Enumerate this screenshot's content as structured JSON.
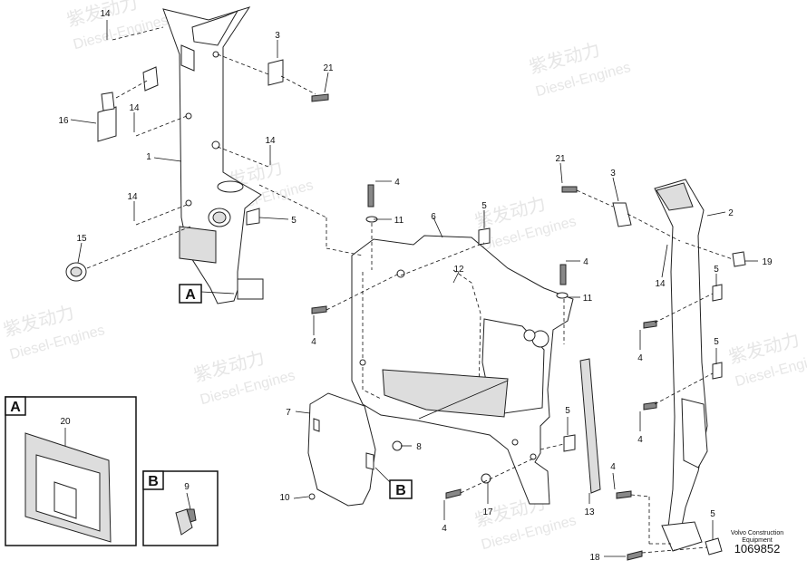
{
  "watermark": {
    "chinese": "紫发动力",
    "english": "Diesel-Engines"
  },
  "callouts": [
    {
      "text": "14"
    },
    {
      "text": "3"
    },
    {
      "text": "21"
    },
    {
      "text": "16"
    },
    {
      "text": "14"
    },
    {
      "text": "1"
    },
    {
      "text": "14"
    },
    {
      "text": "14"
    },
    {
      "text": "5"
    },
    {
      "text": "15"
    },
    {
      "text": "4"
    },
    {
      "text": "11"
    },
    {
      "text": "6"
    },
    {
      "text": "5"
    },
    {
      "text": "12"
    },
    {
      "text": "4"
    },
    {
      "text": "4"
    },
    {
      "text": "11"
    },
    {
      "text": "21"
    },
    {
      "text": "3"
    },
    {
      "text": "2"
    },
    {
      "text": "19"
    },
    {
      "text": "5"
    },
    {
      "text": "14"
    },
    {
      "text": "4"
    },
    {
      "text": "5"
    },
    {
      "text": "4"
    },
    {
      "text": "7"
    },
    {
      "text": "8"
    },
    {
      "text": "5"
    },
    {
      "text": "10"
    },
    {
      "text": "4"
    },
    {
      "text": "17"
    },
    {
      "text": "13"
    },
    {
      "text": "4"
    },
    {
      "text": "5"
    },
    {
      "text": "18"
    },
    {
      "text": "20"
    },
    {
      "text": "9"
    }
  ],
  "view_labels": {
    "a_main": "A",
    "b_main": "B",
    "a_inset": "A",
    "b_inset": "B"
  },
  "footer": {
    "brand_line1": "Volvo Construction",
    "brand_line2": "Equipment",
    "drawing_number": "1069852"
  }
}
